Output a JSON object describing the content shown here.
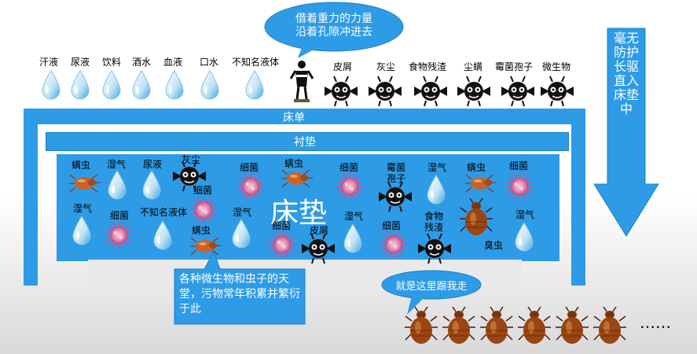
{
  "colors": {
    "blue": "#2e9be6",
    "bubble": "#2e9be6",
    "text_white": "#ffffff"
  },
  "bubble_top": {
    "line1": "借着重力的力量",
    "line2": "沿着孔隙冲进去"
  },
  "top_labels": {
    "sweat": "汗液",
    "urine": "尿液",
    "drink": "饮料",
    "wine": "酒水",
    "blood": "血液",
    "saliva": "口水",
    "unknown": "不知名液体",
    "dander": "皮屑",
    "dust": "灰尘",
    "food": "食物残渣",
    "mite": "尘螨",
    "spore": "霉菌孢子",
    "microbe": "微生物"
  },
  "arrow_text": "毫无防护长驱直入床垫中",
  "sheet_label": "床单",
  "pad_label": "衬垫",
  "mattress_label": "床垫",
  "inner": {
    "mite1": "螨虫",
    "moist1": "湿气",
    "urine": "尿液",
    "dust": "灰尘",
    "bact1": "细菌",
    "mite2": "螨虫",
    "bact2": "细菌",
    "spore": "霉菌\n孢子",
    "moist2": "湿气",
    "mite3": "螨虫",
    "bact3": "细菌",
    "bact4": "细菌",
    "moist3": "湿气",
    "bact5": "细菌",
    "unknown": "不知名液体",
    "moist4": "湿气",
    "mite4": "螨虫",
    "moist5": "湿气",
    "bact6": "细菌",
    "dander": "皮屑",
    "bact7": "细菌",
    "food": "食物\n残渣",
    "bedbug": "臭虫",
    "moist6": "湿气"
  },
  "callout": "各种微生物和虫子的天堂，污物常年积累并繁衍于此",
  "bubble_bottom": "就是这里跟我走",
  "ellipsis": "……"
}
